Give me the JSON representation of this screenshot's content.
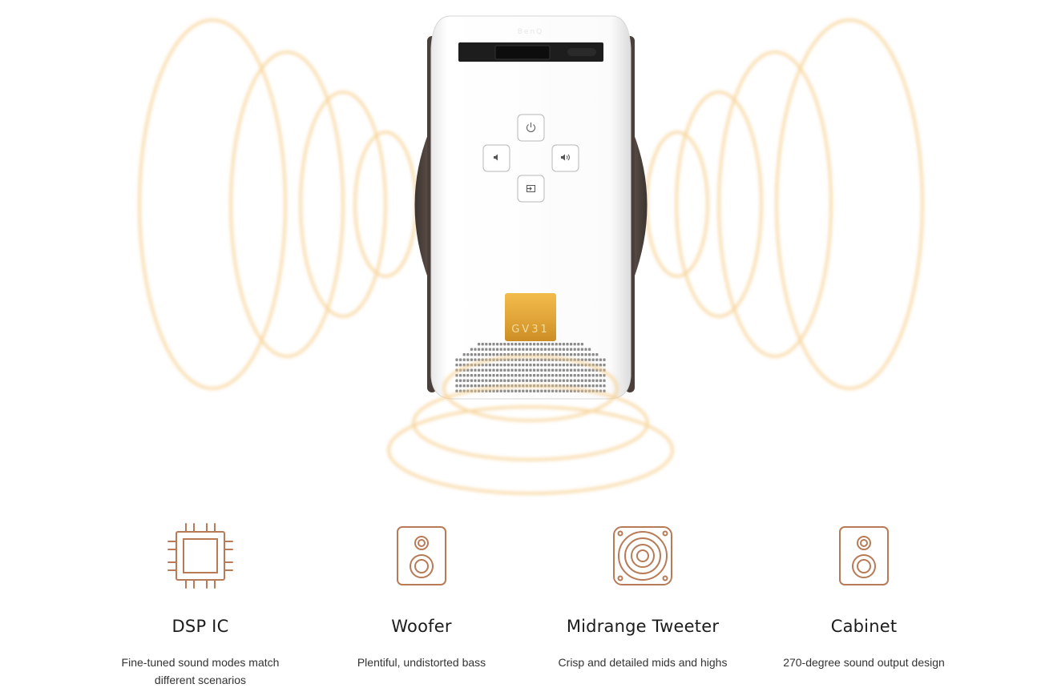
{
  "product": {
    "model_label": "GV31",
    "buttons": [
      "power-icon",
      "volume-down-icon",
      "volume-up-icon",
      "input-source-icon"
    ]
  },
  "colors": {
    "accent_gold": "#e2a63a",
    "sound_wave": "#f6cf8e",
    "icon_brown": "#b77c57",
    "heading": "#1c1c1c",
    "body_text": "#333333"
  },
  "features": [
    {
      "icon": "chip-icon",
      "title": "DSP IC",
      "desc": "Fine-tuned sound modes match different scenarios"
    },
    {
      "icon": "speaker-icon",
      "title": "Woofer",
      "desc": "Plentiful, undistorted bass"
    },
    {
      "icon": "tweeter-icon",
      "title": "Midrange Tweeter",
      "desc": "Crisp and detailed mids and highs"
    },
    {
      "icon": "cabinet-speaker-icon",
      "title": "Cabinet",
      "desc": "270-degree sound output design"
    }
  ]
}
